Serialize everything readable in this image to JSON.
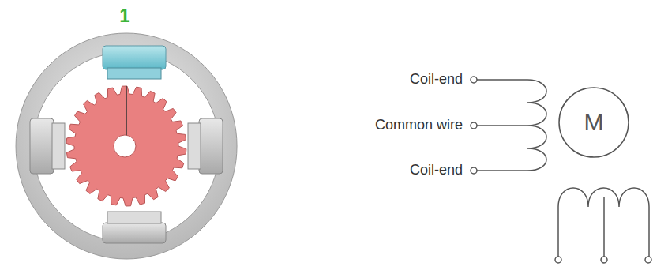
{
  "diagram": {
    "nodes": [
      {
        "text": [
          "M"
        ]
      }
    ],
    "labels": [
      "1",
      "Coil-end",
      "Common wire",
      "Coil-end"
    ]
  }
}
